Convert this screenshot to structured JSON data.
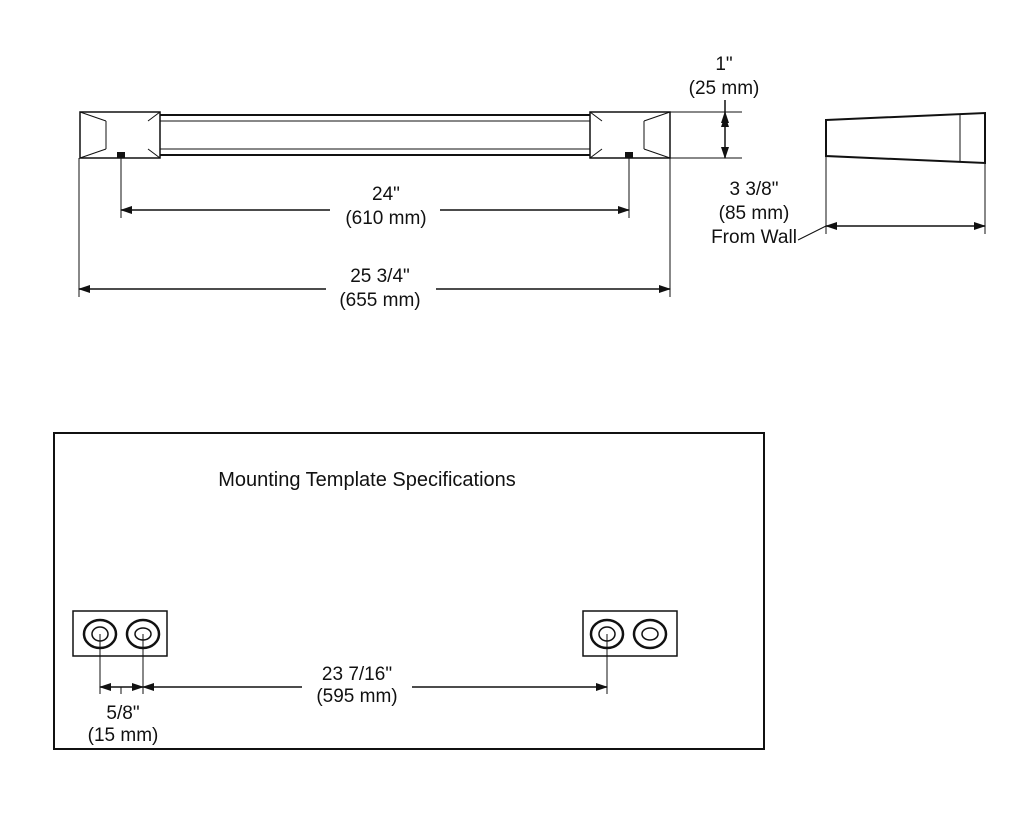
{
  "dimensions": {
    "height": {
      "inches": "1\"",
      "mm": "(25 mm)"
    },
    "center_to_center": {
      "inches": "24\"",
      "mm": "(610 mm)"
    },
    "overall_length": {
      "inches": "25 3/4\"",
      "mm": "(655 mm)"
    },
    "projection": {
      "inches": "3 3/8\"",
      "mm": "(85 mm)",
      "note": "From Wall"
    }
  },
  "template": {
    "title": "Mounting Template Specifications",
    "hole_spacing": {
      "inches": "5/8\"",
      "mm": "(15 mm)"
    },
    "mount_spacing": {
      "inches": "23 7/16\"",
      "mm": "(595 mm)"
    }
  }
}
